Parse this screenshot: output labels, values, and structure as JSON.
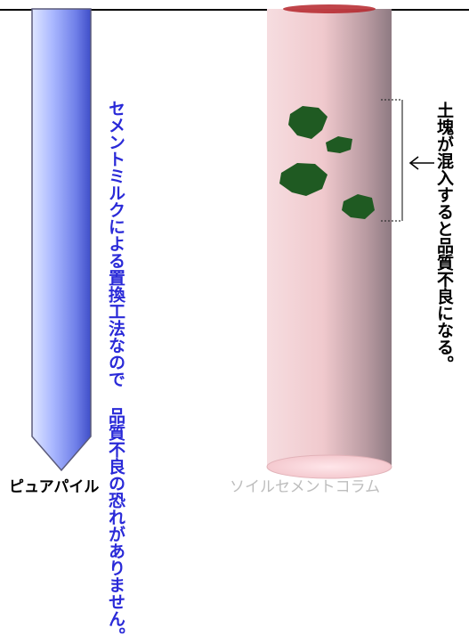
{
  "colors": {
    "pure_pile_light": "#cfd8ff",
    "pure_pile_dark": "#4c5bd8",
    "column_light": "#f4d9dc",
    "column_dark": "#9e8890",
    "soil_clod": "#1f5a22",
    "blue_text": "#2a2ad8"
  },
  "icons": {
    "arrow": "left-arrow"
  },
  "pure_pile": {
    "description_lines": [
      "セメントミルクによる置換工法なので",
      "品質不良の恐れがありません。"
    ],
    "label": "ピュアパイル"
  },
  "soil_cement_column": {
    "annotation": "土塊が混入すると品質不良になる。",
    "label": "ソイルセメントコラム"
  }
}
